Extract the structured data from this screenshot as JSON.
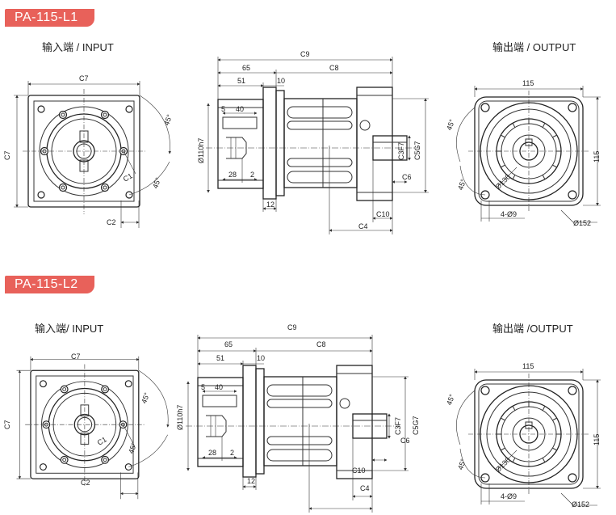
{
  "sections": [
    {
      "badge": "PA-115-L1",
      "input_label": "输入端 / INPUT",
      "output_label": "输出端 / OUTPUT",
      "dims": {
        "c7_top": "C7",
        "c7_side": "C7",
        "c1": "C1",
        "c2": "C2",
        "angle_a": "45°",
        "angle_b": "45°",
        "c9": "C9",
        "d65": "65",
        "c8": "C8",
        "d51": "51",
        "d10": "10",
        "d5": "5",
        "d40": "40",
        "d110": "Ø110h7",
        "d28": "28",
        "d2": "2",
        "d12": "12",
        "c3": "C3F7",
        "c5": "C5G7",
        "c6": "C6",
        "c10": "C10",
        "c4": "C4",
        "o115_top": "115",
        "o115_side": "115",
        "o45a": "45°",
        "o45b": "45°",
        "o130": "Ø130",
        "o4d9": "4-Ø9",
        "o152": "Ø152"
      }
    },
    {
      "badge": "PA-115-L2",
      "input_label": "输入端/ INPUT",
      "output_label": "输出端 /OUTPUT",
      "dims": {
        "c7_top": "C7",
        "c7_side": "C7",
        "c1": "C1",
        "c2": "C2",
        "angle_a": "45°",
        "angle_b": "45°",
        "c9": "C9",
        "d65": "65",
        "c8": "C8",
        "d51": "51",
        "d10": "10",
        "d5": "5",
        "d40": "40",
        "d110": "Ø110h7",
        "d28": "28",
        "d2": "2",
        "d12": "12",
        "c3": "C3F7",
        "c5": "C5G7",
        "c6": "C6",
        "c10": "C10",
        "c4": "C4",
        "o115_top": "115",
        "o115_side": "115",
        "o45a": "45°",
        "o45b": "45°",
        "o130": "Ø130",
        "o4d9": "4-Ø9",
        "o152": "Ø152"
      }
    }
  ]
}
